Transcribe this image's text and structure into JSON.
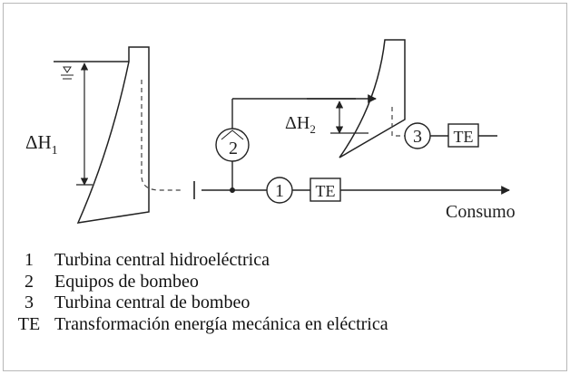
{
  "diagram": {
    "labels": {
      "dh1_main": "ΔH",
      "dh1_sub": "1",
      "dh2_main": "ΔH",
      "dh2_sub": "2",
      "node1": "1",
      "node2": "2",
      "node3": "3",
      "te1": "TE",
      "te2": "TE",
      "consumo": "Consumo"
    }
  },
  "legend": {
    "items": [
      {
        "key": "1",
        "text": "Turbina central hidroeléctrica"
      },
      {
        "key": "2",
        "text": "Equipos de bombeo"
      },
      {
        "key": "3",
        "text": "Turbina central de bombeo"
      },
      {
        "key": "TE",
        "text": "Transformación energía mecánica en eléctrica"
      }
    ]
  }
}
